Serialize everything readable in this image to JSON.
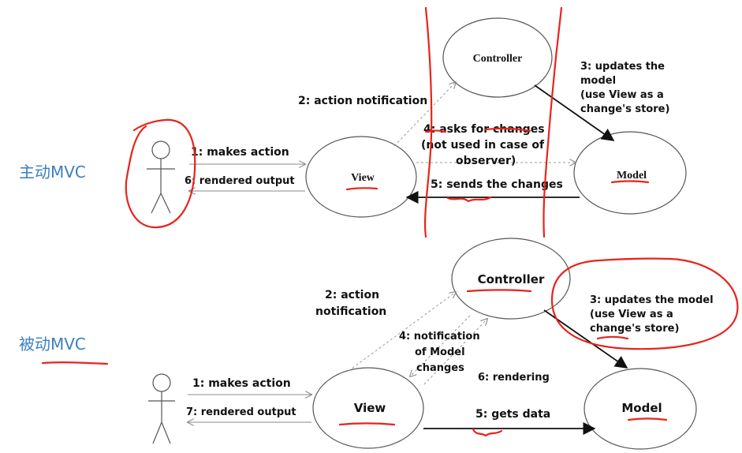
{
  "top": {
    "side_label": "主动MVC",
    "nodes": {
      "controller": "Controller",
      "view": "View",
      "model": "Model"
    },
    "edges": {
      "makes_action": "1: makes action",
      "action_notification": "2: action notification",
      "updates_model": [
        "3: updates the",
        "model",
        "(use View as a",
        "change's store)"
      ],
      "asks_changes": [
        "4: asks for changes",
        "(not used in case of",
        "observer)"
      ],
      "sends_changes": "5: sends the changes",
      "rendered_output": "6: rendered output"
    }
  },
  "bottom": {
    "side_label": "被动MVC",
    "nodes": {
      "controller": "Controller",
      "view": "View",
      "model": "Model"
    },
    "edges": {
      "makes_action": "1: makes action",
      "action_notification": [
        "2: action",
        "notification"
      ],
      "updates_model": [
        "3: updates the model",
        "(use View as a",
        "change's store)"
      ],
      "notification_changes": [
        "4: notification",
        "of Model",
        "changes"
      ],
      "gets_data": "5: gets data",
      "rendering": "6: rendering",
      "rendered_output": "7: rendered output"
    }
  },
  "colors": {
    "annotation": "#e8231c",
    "side_label": "#3a7fc1",
    "arrow": "#111111",
    "dashed": "#9a9a9a"
  }
}
